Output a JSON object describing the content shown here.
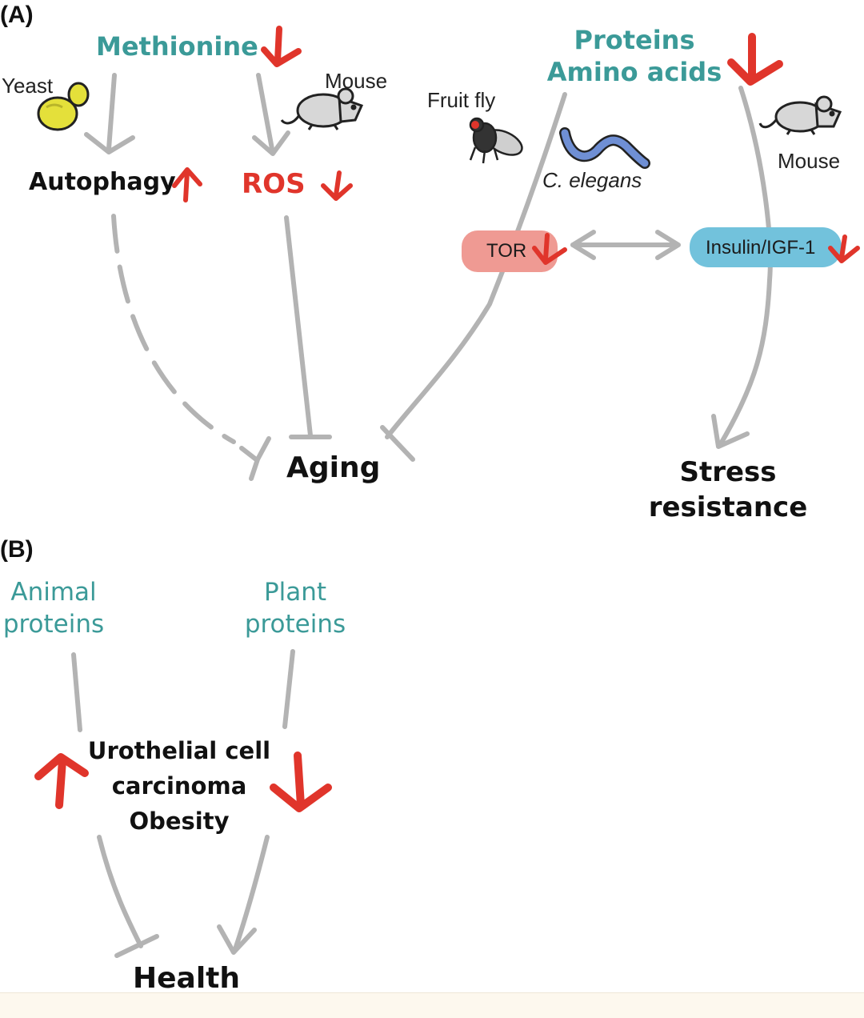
{
  "panels": {
    "a_label": "(A)",
    "b_label": "(B)"
  },
  "panel_a": {
    "methionine": "Methionine",
    "proteins_line1": "Proteins",
    "proteins_line2": "Amino acids",
    "species": {
      "yeast": "Yeast",
      "mouse_left": "Mouse",
      "fruit_fly": "Fruit fly",
      "c_elegans": "C. elegans",
      "mouse_right": "Mouse"
    },
    "autophagy": "Autophagy",
    "ros": "ROS",
    "tor": "TOR",
    "insulin": "Insulin/IGF-1",
    "aging": "Aging",
    "stress_line1": "Stress",
    "stress_line2": "resistance"
  },
  "panel_b": {
    "animal_line1": "Animal",
    "animal_line2": "proteins",
    "plant_line1": "Plant",
    "plant_line2": "proteins",
    "mid_line1": "Urothelial cell",
    "mid_line2": "carcinoma",
    "mid_line3": "Obesity",
    "health": "Health"
  },
  "colors": {
    "nutrient_teal": "#3b9a98",
    "arrow_red": "#e0352b",
    "connector_gray": "#b3b3b3",
    "tor_pink": "#ef9a93",
    "insulin_blue": "#72c2dc",
    "text_black": "#111111"
  },
  "icons": [
    "yeast-icon",
    "mouse-icon",
    "fruit-fly-icon",
    "c-elegans-worm-icon",
    "mouse-icon",
    "up-arrow-icon",
    "down-arrow-icon"
  ]
}
